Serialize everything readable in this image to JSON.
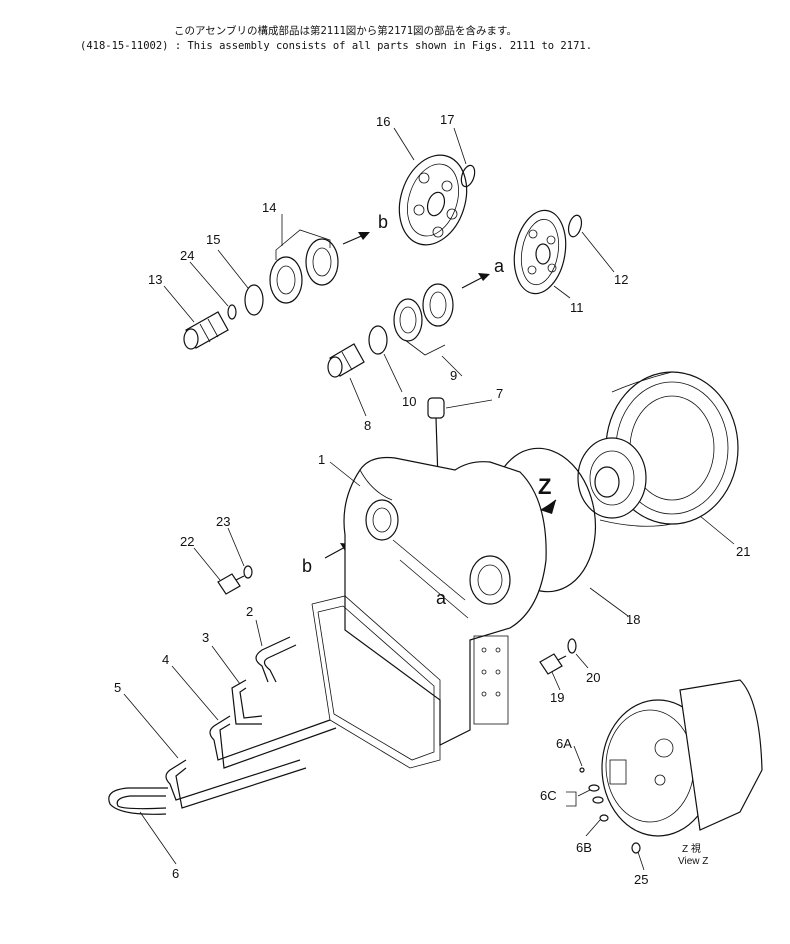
{
  "header": {
    "note_jp": "このアセンブリの構成部品は第2111図から第2171図の部品を含みます。",
    "note_en": "(418-15-11002) : This assembly consists of all parts shown in Figs. 2111 to 2171."
  },
  "callouts": {
    "c1": "1",
    "c2": "2",
    "c3": "3",
    "c4": "4",
    "c5": "5",
    "c6": "6",
    "c6A": "6A",
    "c6B": "6B",
    "c6C": "6C",
    "c7": "7",
    "c8": "8",
    "c9": "9",
    "c10": "10",
    "c11": "11",
    "c12": "12",
    "c13": "13",
    "c14": "14",
    "c15": "15",
    "c16": "16",
    "c17": "17",
    "c18": "18",
    "c19": "19",
    "c20": "20",
    "c21": "21",
    "c22": "22",
    "c23": "23",
    "c24": "24",
    "c25": "25"
  },
  "markers": {
    "a_top": "a",
    "a_housing": "a",
    "b_top": "b",
    "b_housing": "b",
    "z_arrow": "Z"
  },
  "view_label": {
    "line1": "Z  視",
    "line2": "View Z"
  }
}
